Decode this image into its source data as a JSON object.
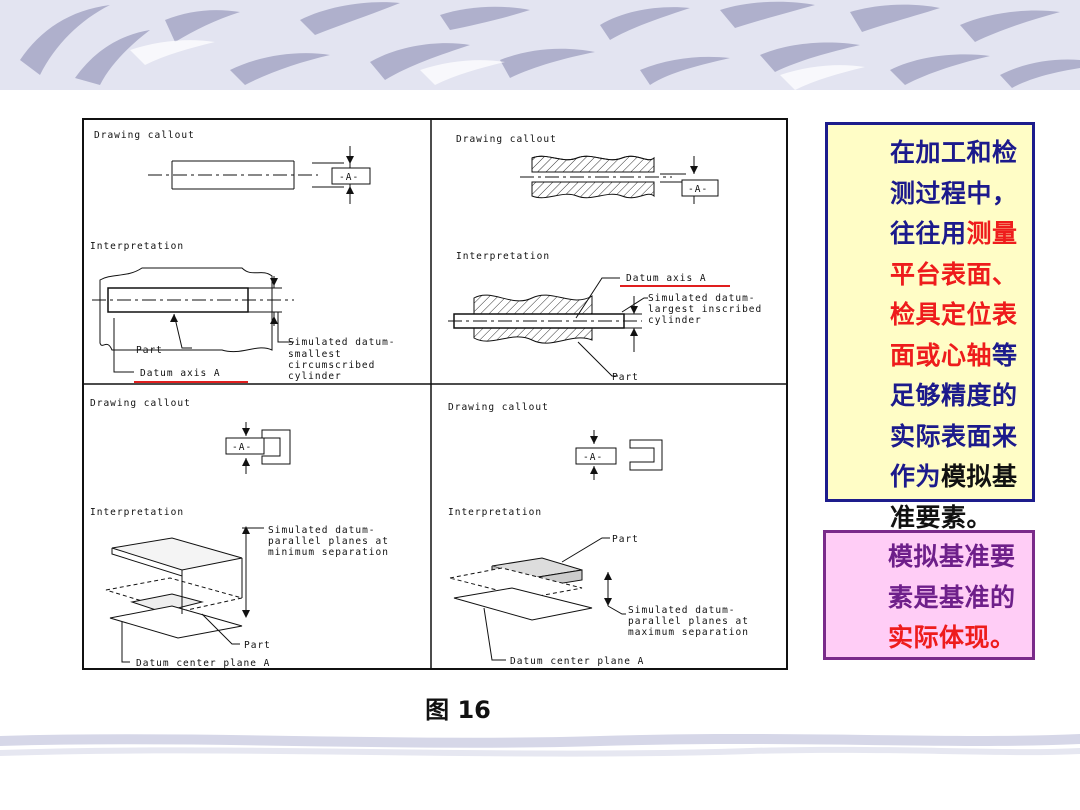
{
  "figure": {
    "caption": "图  16",
    "panels": [
      {
        "drawing_callout": "Drawing callout",
        "datum_symbol": "-A-",
        "interpretation": "Interpretation",
        "simulated_label": [
          "Simulated datum-",
          "smallest",
          "circumscribed",
          "cylinder"
        ],
        "part_label": "Part",
        "datum_label": "Datum axis A"
      },
      {
        "drawing_callout": "Drawing callout",
        "datum_symbol": "-A-",
        "interpretation": "Interpretation",
        "simulated_label": [
          "Simulated datum-",
          "largest inscribed",
          "cylinder"
        ],
        "part_label": "Part",
        "datum_label": "Datum axis A"
      },
      {
        "drawing_callout": "Drawing callout",
        "datum_symbol": "-A-",
        "interpretation": "Interpretation",
        "simulated_label": [
          "Simulated datum-",
          "parallel planes at",
          "minimum separation"
        ],
        "part_label": "Part",
        "datum_label": "Datum center plane A"
      },
      {
        "drawing_callout": "Drawing callout",
        "datum_symbol": "-A-",
        "interpretation": "Interpretation",
        "simulated_label": [
          "Simulated datum-",
          "parallel planes at",
          "maximum separation"
        ],
        "part_label": "Part",
        "datum_label": "Datum center plane A"
      }
    ]
  },
  "note_box": {
    "text_1": "在加工和检测过程中，往往用",
    "text_2_red": "测量平台表面、检具定位表面或心轴",
    "text_3": "等足够精度的实际表面来作为",
    "text_4_black": "模拟基准要素。",
    "colors": {
      "border": "#1d1c8c",
      "background": "#fffdc6",
      "text": "#1c1a8c",
      "highlight": "#ee1c1c"
    }
  },
  "note_box_2": {
    "text_1": "模拟基准要素是基准的",
    "text_2_red": "实际体现。",
    "colors": {
      "border": "#7a2a8a",
      "background": "#ffcdf6",
      "text": "#6e1f8a",
      "highlight": "#ee1c1c"
    }
  },
  "colors": {
    "underline": "#e01e1e",
    "banner": "#e3e4f1"
  }
}
